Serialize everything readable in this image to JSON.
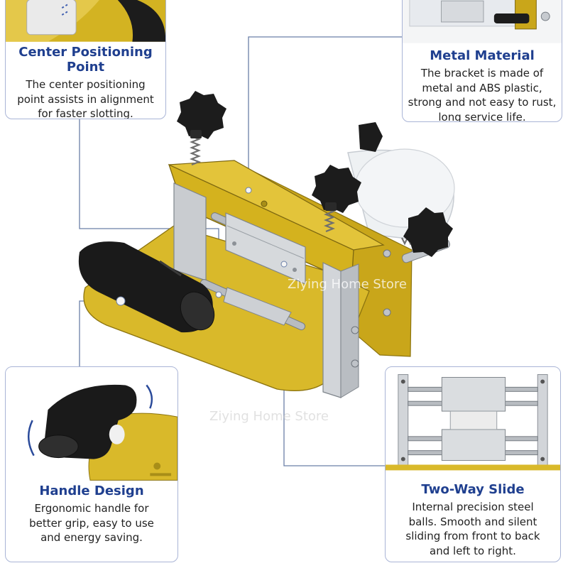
{
  "callouts": {
    "center": {
      "title": "Center Positioning Point",
      "title_line1": "Center Positioning",
      "title_line2": "Point",
      "body": [
        "The center positioning",
        "point assists in alignment",
        "for faster slotting."
      ]
    },
    "metal": {
      "title": "Metal Material",
      "body": [
        "The bracket is made of",
        "metal and ABS plastic,",
        "strong and not easy to rust,",
        "long service life."
      ]
    },
    "handle": {
      "title": "Handle Design",
      "body": [
        "Ergonomic handle for",
        "better grip, easy to use",
        "and energy saving."
      ]
    },
    "slide": {
      "title": "Two-Way Slide",
      "body": [
        "Internal precision steel",
        "balls. Smooth and silent",
        "sliding from front to back",
        "and left to right."
      ]
    }
  },
  "watermark": "Ziying Home Store",
  "colors": {
    "title_blue": "#1f3f8f",
    "card_border": "#a9b4d6",
    "bracket_gold": "#d4b21e",
    "knob_black": "#1c1c1c",
    "rail_silver": "#c9ccd0"
  }
}
